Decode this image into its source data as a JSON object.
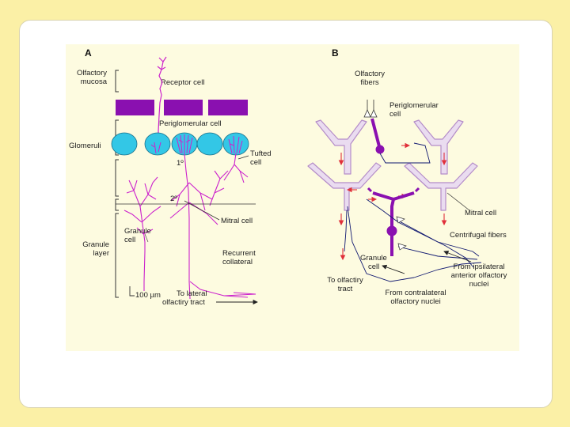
{
  "panels": {
    "a": "A",
    "b": "B"
  },
  "labels_a": {
    "olfactory_mucosa_1": "Olfactory",
    "olfactory_mucosa_2": "mucosa",
    "receptor_cell": "Receptor cell",
    "periglomerular_cell": "Periglomerular cell",
    "glomeruli": "Glomeruli",
    "tufted_1": "Tufted",
    "tufted_2": "cell",
    "primary_dendrite": "1º",
    "secondary_dendrite": "2º",
    "mitral_cell": "Mitral cell",
    "granule_cell_1": "Granule",
    "granule_cell_2": "cell",
    "granule_layer_1": "Granule",
    "granule_layer_2": "layer",
    "recurrent_1": "Recurrent",
    "recurrent_2": "collateral",
    "scale_bar": "100 µm",
    "lateral_tract_1": "To lateral",
    "lateral_tract_2": "olfactiry tract"
  },
  "labels_b": {
    "olfactory_fibers_1": "Olfactory",
    "olfactory_fibers_2": "fibers",
    "periglomerular_1": "Periglomerular",
    "periglomerular_2": "cell",
    "mitral_cell": "Mitral cell",
    "centrifugal_fibers": "Centrifugal fibers",
    "granule_cell_1": "Granule",
    "granule_cell_2": "cell",
    "olfactory_tract_1": "To olfactiry",
    "olfactory_tract_2": "tract",
    "ipsilateral_1": "From ipsilateral",
    "ipsilateral_2": "anterior olfactory",
    "ipsilateral_3": "nuclei",
    "contralateral_1": "From contralateral",
    "contralateral_2": "olfactory nuclei"
  },
  "colors": {
    "background": "#fbf0a6",
    "figure_bg": "#fdfbe0",
    "magenta": "#cc22cc",
    "purple": "#8a10b0",
    "glomerulus": "#33c7e6",
    "outline_pink": "#b48cc8",
    "fill_lavender": "#eadcf0",
    "arrow_red": "#e0303a",
    "fiber_navy": "#101870"
  }
}
